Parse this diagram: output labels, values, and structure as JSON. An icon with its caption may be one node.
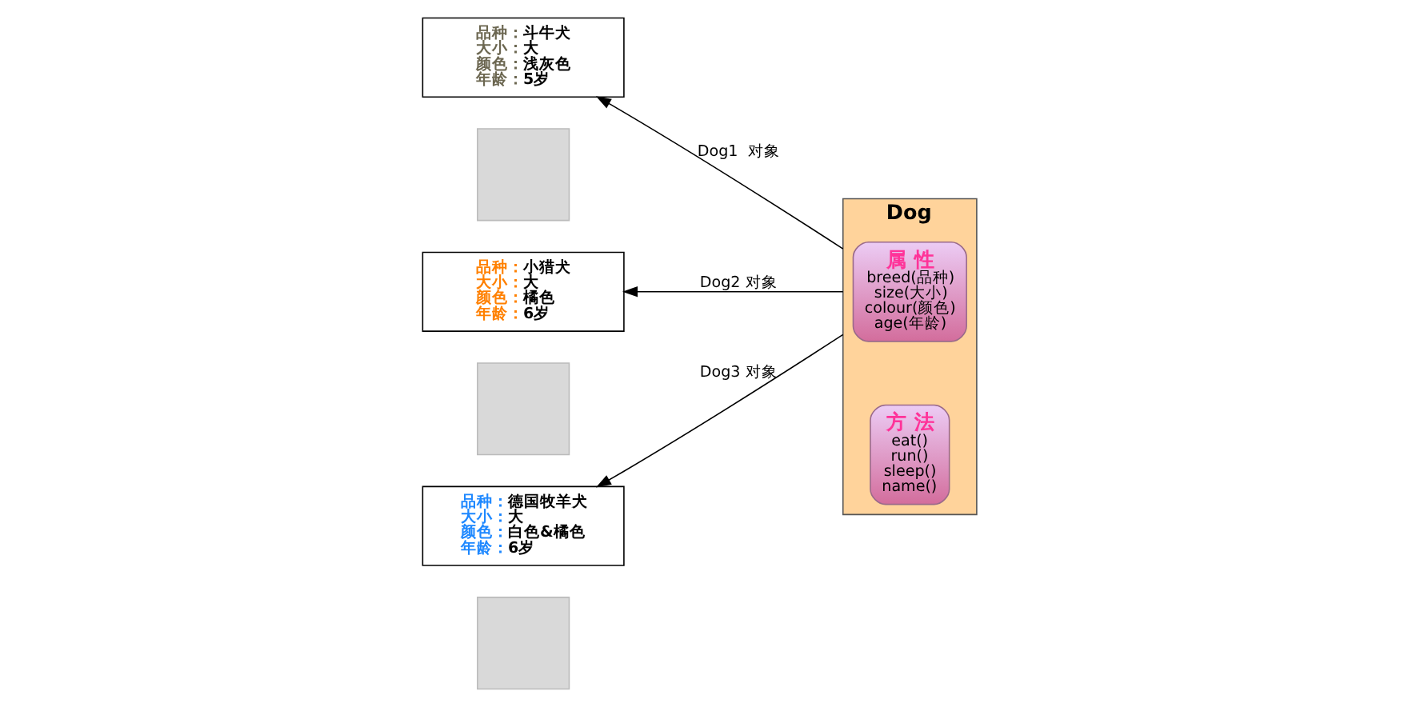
{
  "diagram": {
    "nodes": [
      {
        "text": [
          "Dog"
        ]
      },
      {
        "text": [
          "属 性",
          "breed(品种)",
          "size(大小)",
          "colour(颜色)",
          "age(年龄)"
        ],
        "in": 0
      },
      {
        "text": [
          "方 法",
          "eat()",
          "run()",
          "sleep()",
          "name()"
        ],
        "in": 0
      },
      {
        "text": [],
        "shape": "box"
      },
      {
        "text": [
          "品种：斗牛犬",
          "大小：大",
          "颜色：浅灰色",
          "年龄：5岁"
        ]
      },
      {
        "text": [],
        "shape": "box"
      },
      {
        "text": [
          "品种：小猎犬",
          "大小：大",
          "颜色：橘色",
          "年龄：6岁"
        ]
      },
      {
        "text": [],
        "shape": "box"
      },
      {
        "text": [
          "品种：德国牧羊犬",
          "大小：大",
          "颜色：白色&橘色",
          "年龄：6岁"
        ]
      }
    ],
    "edges": [
      {
        "from": 0,
        "to": 4,
        "arrow": "to",
        "label": "Dog1  对象"
      },
      {
        "from": 0,
        "to": 6,
        "arrow": "to",
        "label": "Dog2 对象"
      },
      {
        "from": 0,
        "to": 8,
        "arrow": "to",
        "label": "Dog3 对象"
      }
    ]
  }
}
